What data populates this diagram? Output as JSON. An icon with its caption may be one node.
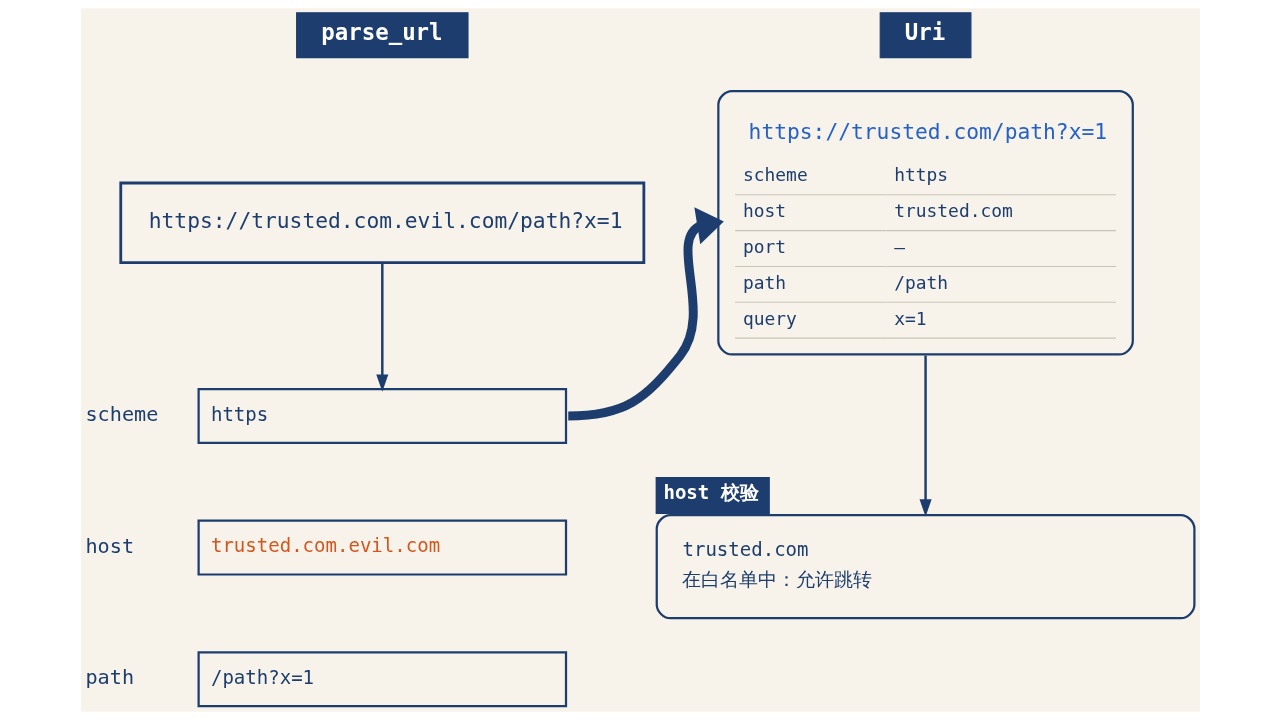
{
  "diagram": {
    "nodes": [
      {
        "text": [
          "parse_url"
        ]
      },
      {
        "text": [
          "https://trusted.com.evil.com/path?x=1"
        ]
      },
      {
        "text": [
          "https"
        ],
        "beside": [
          "scheme"
        ]
      },
      {
        "text": [
          "trusted.com.evil.com"
        ],
        "beside": [
          "host"
        ]
      },
      {
        "text": [
          "/path?x=1"
        ],
        "beside": [
          "path"
        ]
      },
      {
        "text": [
          "Uri"
        ]
      },
      {
        "text": [
          "https://trusted.com/path?x=1",
          "scheme",
          "https",
          "host",
          "trusted.com",
          "port",
          "–",
          "path",
          "/path",
          "query",
          "x=1"
        ]
      },
      {
        "text": [
          "host 校验",
          "trusted.com",
          "在白名单中：允许跳转"
        ]
      }
    ],
    "edges": [
      {
        "from": 1,
        "to": 2,
        "arrow": "to"
      },
      {
        "from": 2,
        "to": 6,
        "arrow": "to",
        "style": "thick"
      },
      {
        "from": 6,
        "to": 7,
        "arrow": "to"
      }
    ]
  }
}
